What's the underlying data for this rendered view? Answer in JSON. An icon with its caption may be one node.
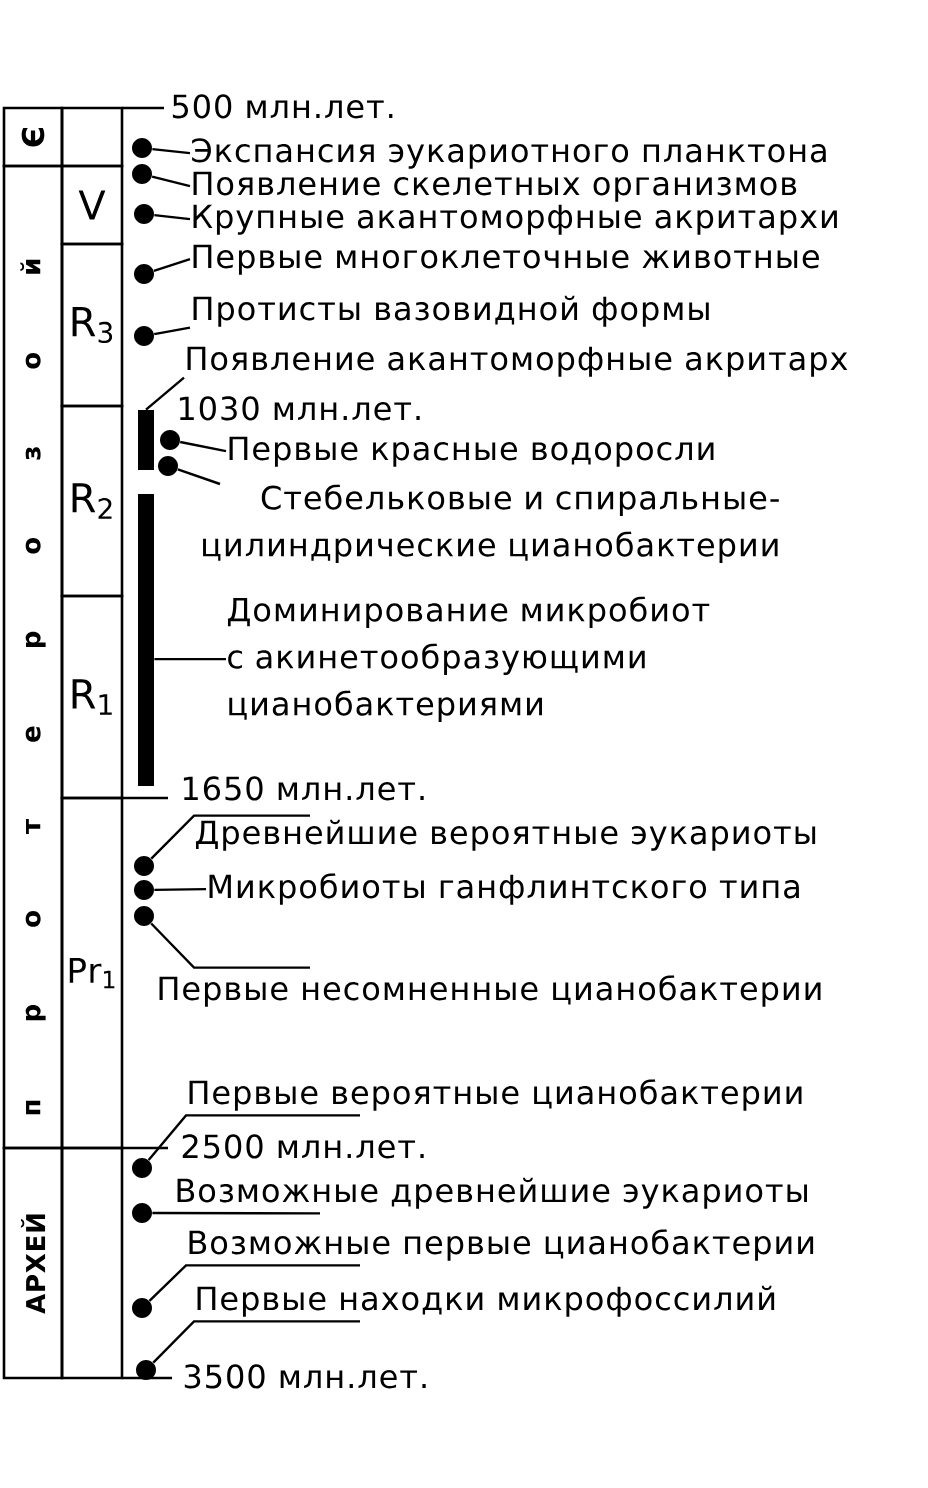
{
  "diagram": {
    "nodes": [
      {
        "text": [
          "Є"
        ]
      },
      {
        "text": [],
        "shape": "box"
      },
      {
        "text": [
          "п р о т е р о з о й"
        ]
      },
      {
        "text": [
          "V"
        ]
      },
      {
        "text": [
          "R$_{3}$"
        ]
      },
      {
        "text": [
          "R$_{2}$"
        ]
      },
      {
        "text": [
          "R$_{1}$"
        ]
      },
      {
        "text": [
          "Pr$_{1}$"
        ]
      },
      {
        "text": [
          "АРХЕЙ"
        ]
      },
      {
        "text": [],
        "shape": "box"
      },
      {
        "text": [
          "Экспансия эукариотного планктона"
        ]
      },
      {
        "text": [
          "Появление скелетных организмов"
        ]
      },
      {
        "text": [
          "Крупные акантоморфные акритархи"
        ]
      },
      {
        "text": [
          "Первые многоклеточные животные"
        ]
      },
      {
        "text": [
          "Протисты вазовидной формы"
        ]
      },
      {
        "text": [
          "Появление акантоморфные акритарх"
        ]
      },
      {
        "text": [
          "Первые красные водоросли"
        ]
      },
      {
        "text": [
          "Стебельковые и спиральные- цилиндрические цианобактерии"
        ]
      },
      {
        "text": [
          "Доминирование микробиот с акинетообразующими цианобактериями"
        ]
      },
      {
        "text": [
          "Древнейшие вероятные эукариоты"
        ]
      },
      {
        "text": [
          "Микробиоты ганфлинтского типа"
        ]
      },
      {
        "text": [
          "Первые несомненные цианобактерии"
        ]
      },
      {
        "text": [
          "Первые вероятные цианобактерии"
        ]
      },
      {
        "text": [
          "Возможные древнейшие эукариоты"
        ]
      },
      {
        "text": [
          "Возможные первые цианобактерии"
        ]
      },
      {
        "text": [
          "Первые находки микрофоссилий"
        ]
      },
      {
        "text": [],
        "shape": "circle"
      },
      {
        "text": [],
        "shape": "circle"
      },
      {
        "text": [],
        "shape": "circle"
      },
      {
        "text": [],
        "shape": "circle"
      },
      {
        "text": [],
        "shape": "circle"
      },
      {
        "text": [],
        "shape": "bar"
      },
      {
        "text": [],
        "shape": "circle"
      },
      {
        "text": [],
        "shape": "circle"
      },
      {
        "text": [],
        "shape": "bar"
      },
      {
        "text": [],
        "shape": "circle"
      },
      {
        "text": [],
        "shape": "circle"
      },
      {
        "text": [],
        "shape": "circle"
      },
      {
        "text": [],
        "shape": "circle"
      },
      {
        "text": [],
        "shape": "circle"
      },
      {
        "text": [],
        "shape": "circle"
      },
      {
        "text": [],
        "shape": "circle"
      }
    ],
    "edges": [
      {
        "from": 10,
        "to": 26,
        "arrow": "none"
      },
      {
        "from": 11,
        "to": 27,
        "arrow": "none"
      },
      {
        "from": 12,
        "to": 28,
        "arrow": "none"
      },
      {
        "from": 13,
        "to": 29,
        "arrow": "none"
      },
      {
        "from": 14,
        "to": 30,
        "arrow": "none"
      },
      {
        "from": 15,
        "to": 31,
        "arrow": "none"
      },
      {
        "from": 16,
        "to": 32,
        "arrow": "none"
      },
      {
        "from": 17,
        "to": 33,
        "arrow": "none"
      },
      {
        "from": 18,
        "to": 34,
        "arrow": "none"
      },
      {
        "from": 19,
        "to": 35,
        "arrow": "none"
      },
      {
        "from": 20,
        "to": 36,
        "arrow": "none"
      },
      {
        "from": 21,
        "to": 37,
        "arrow": "none"
      },
      {
        "from": 22,
        "to": 38,
        "arrow": "none"
      },
      {
        "from": 23,
        "to": 39,
        "arrow": "none"
      },
      {
        "from": 24,
        "to": 40,
        "arrow": "none"
      },
      {
        "from": 25,
        "to": 41,
        "arrow": "none"
      }
    ],
    "labels": [
      "500 млн.лет.",
      "1030 млн.лет.",
      "1650 млн.лет.",
      "2500 млн.лет.",
      "3500 млн.лет."
    ]
  }
}
